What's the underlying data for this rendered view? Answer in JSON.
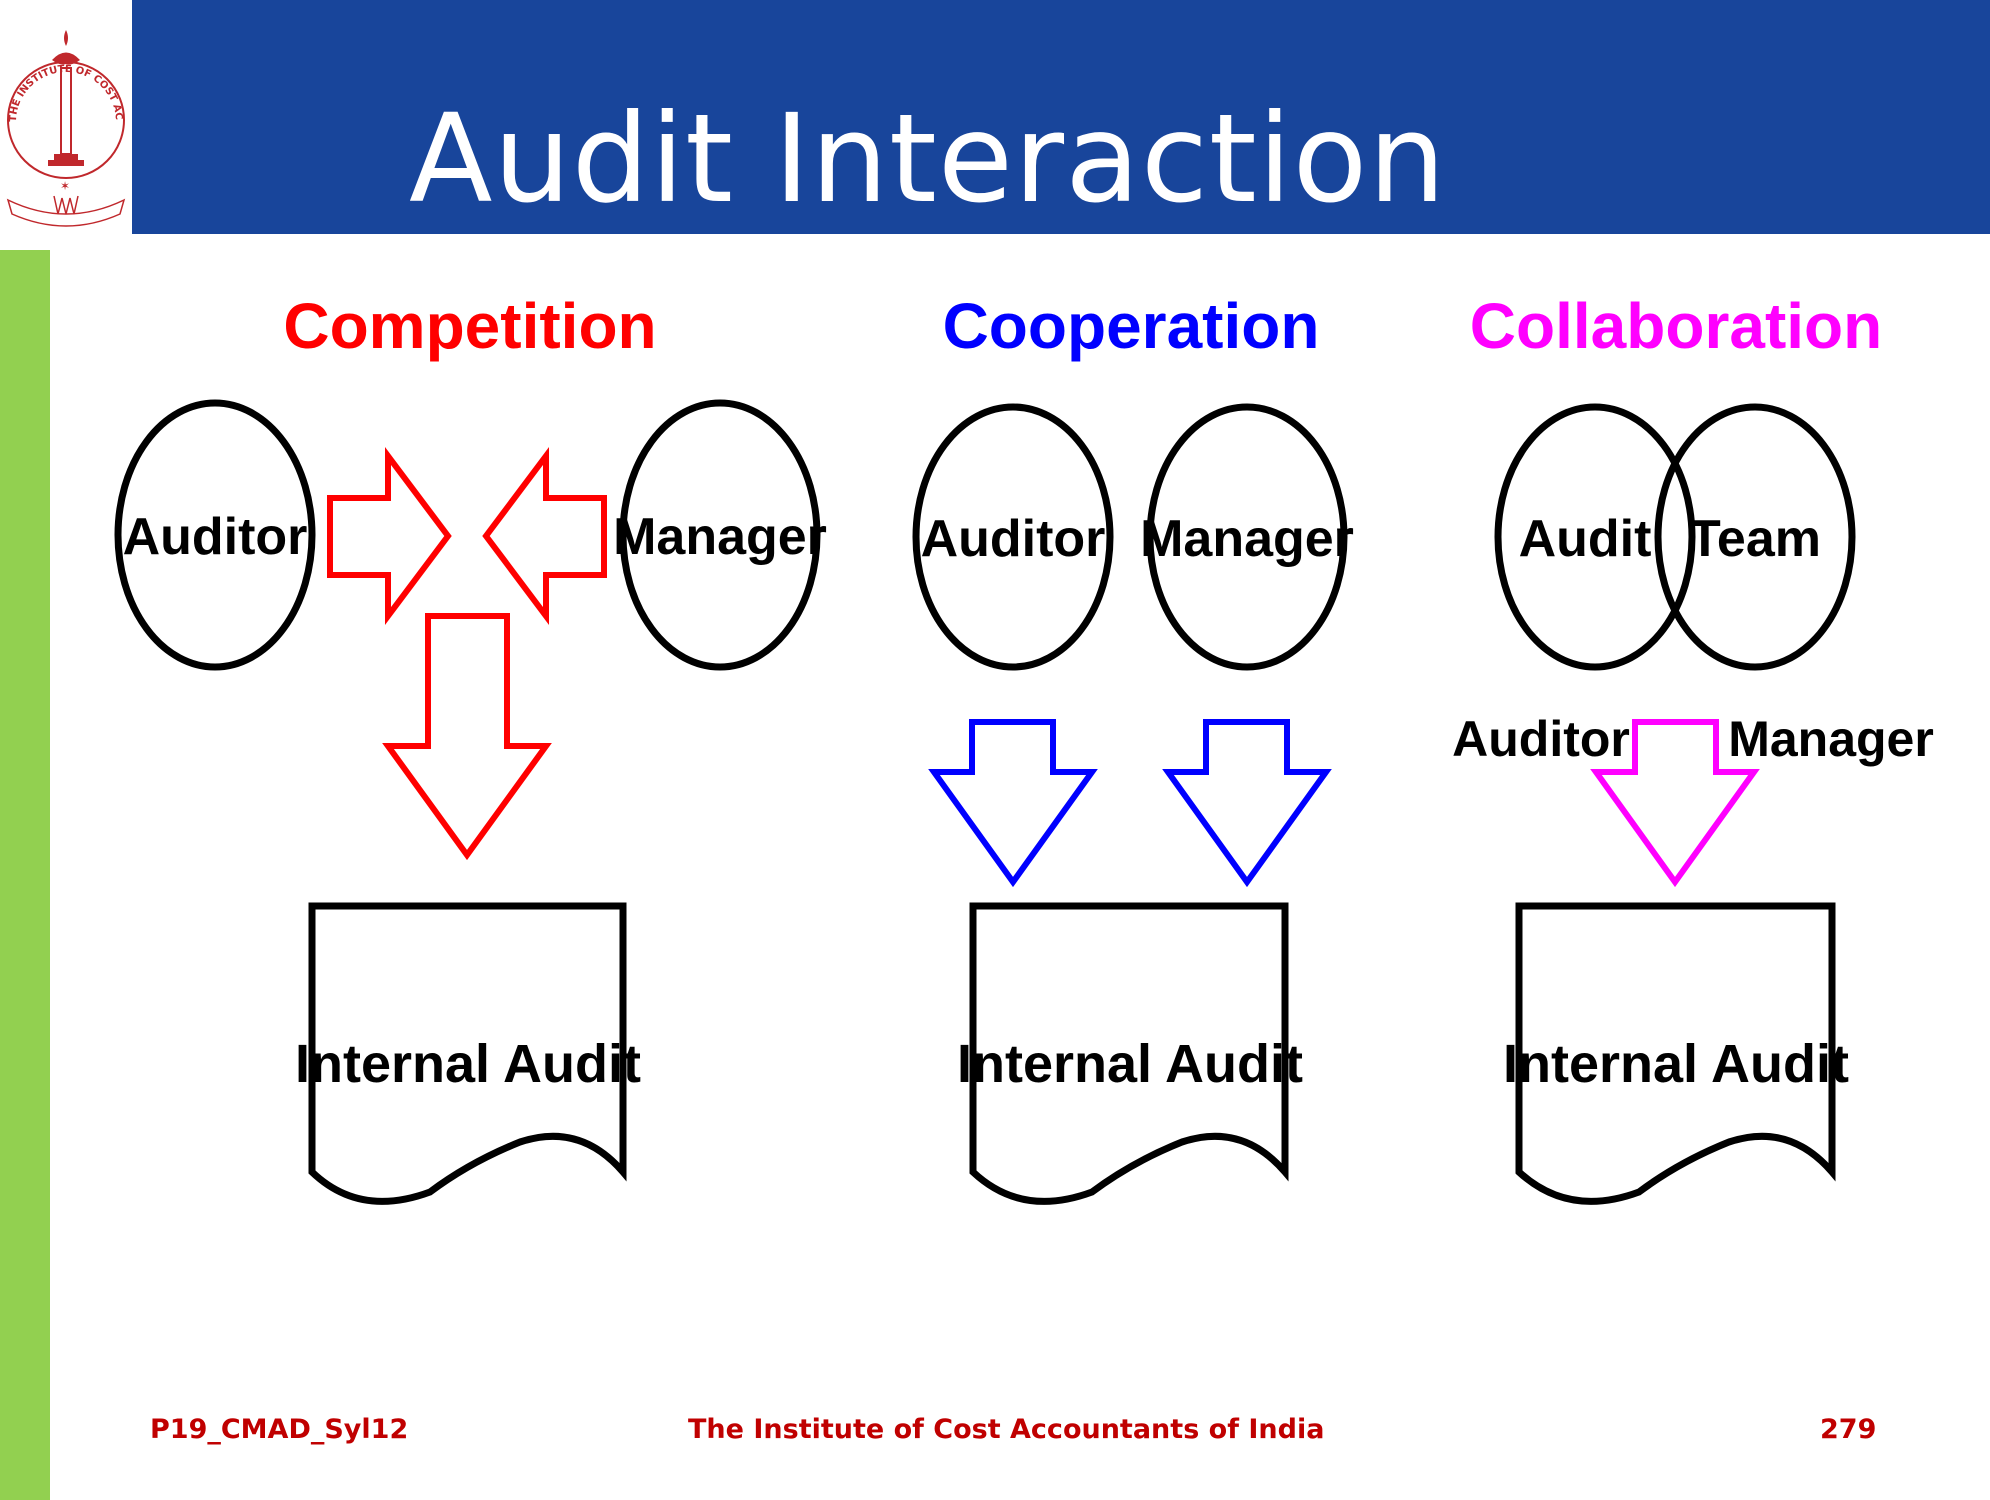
{
  "title": "Audit Interaction",
  "colors": {
    "title_bar": "#18459B",
    "green_strip": "#92D050",
    "competition": "#FF0000",
    "cooperation": "#0000FF",
    "collaboration": "#FF00FF",
    "footer": "#C00000"
  },
  "logo": {
    "arc_text": "THE INSTITUTE OF COST ACCOUNTANTS OF INDIA"
  },
  "columns": {
    "competition": {
      "heading": "Competition",
      "left_circle": "Auditor",
      "right_circle": "Manager",
      "document": "Internal Audit"
    },
    "cooperation": {
      "heading": "Cooperation",
      "left_circle": "Auditor",
      "right_circle": "Manager",
      "document": "Internal Audit"
    },
    "collaboration": {
      "heading": "Collaboration",
      "left_circle": "Audit",
      "right_circle": "Team",
      "left_label": "Auditor",
      "right_label": "Manager",
      "document": "Internal Audit"
    }
  },
  "footer": {
    "left": "P19_CMAD_Syl12",
    "center": "The Institute of Cost Accountants of India",
    "page_number": "279"
  }
}
